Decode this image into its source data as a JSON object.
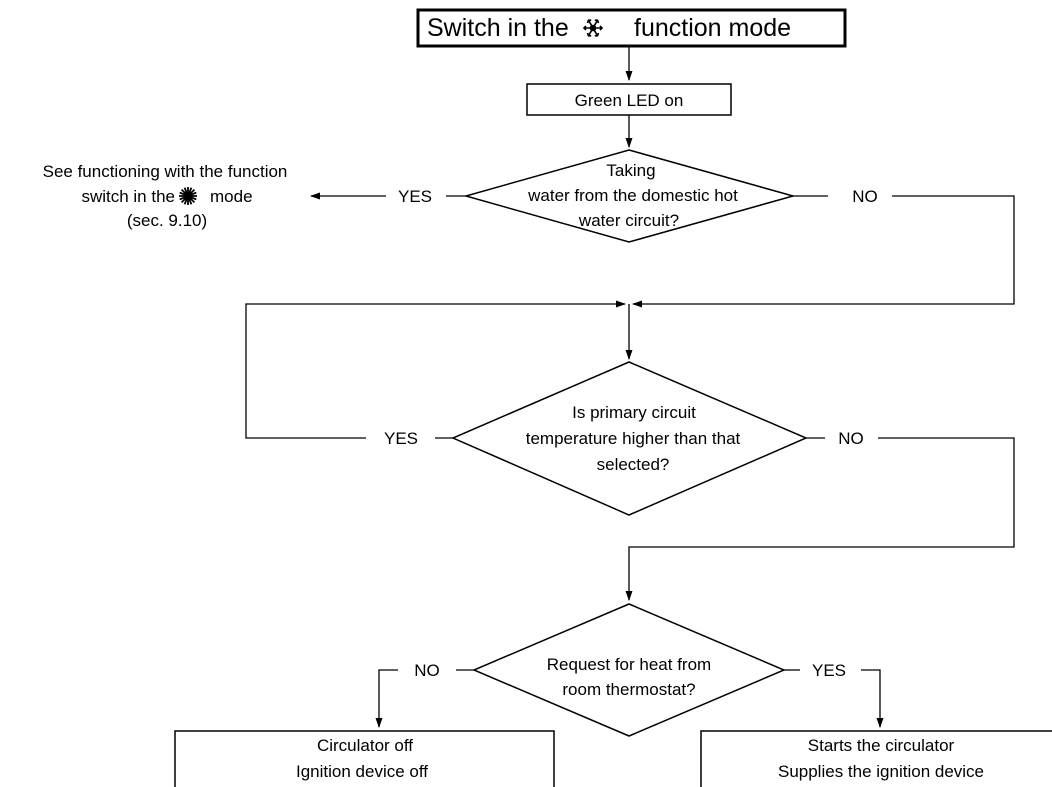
{
  "title_box": {
    "prefix": "Switch in the",
    "suffix": "function mode",
    "icon": "snowflake-icon"
  },
  "led_box": {
    "label": "Green LED on"
  },
  "decision1": {
    "lines": [
      "Taking",
      "water from the domestic hot",
      "water circuit?"
    ],
    "yes_label": "YES",
    "no_label": "NO"
  },
  "note": {
    "line1": "See functioning with the function",
    "line2_prefix": "switch in the",
    "line2_suffix": "mode",
    "line3": "(sec. 9.10)",
    "icon": "sun-icon"
  },
  "decision2": {
    "lines": [
      "Is primary circuit",
      "temperature higher than that",
      "selected?"
    ],
    "yes_label": "YES",
    "no_label": "NO"
  },
  "decision3": {
    "lines": [
      "Request for heat from",
      "room thermostat?"
    ],
    "no_label": "NO",
    "yes_label": "YES"
  },
  "result_left": {
    "lines": [
      "Circulator off",
      "Ignition device off"
    ]
  },
  "result_right": {
    "lines": [
      "Starts the circulator",
      "Supplies the ignition device"
    ]
  }
}
